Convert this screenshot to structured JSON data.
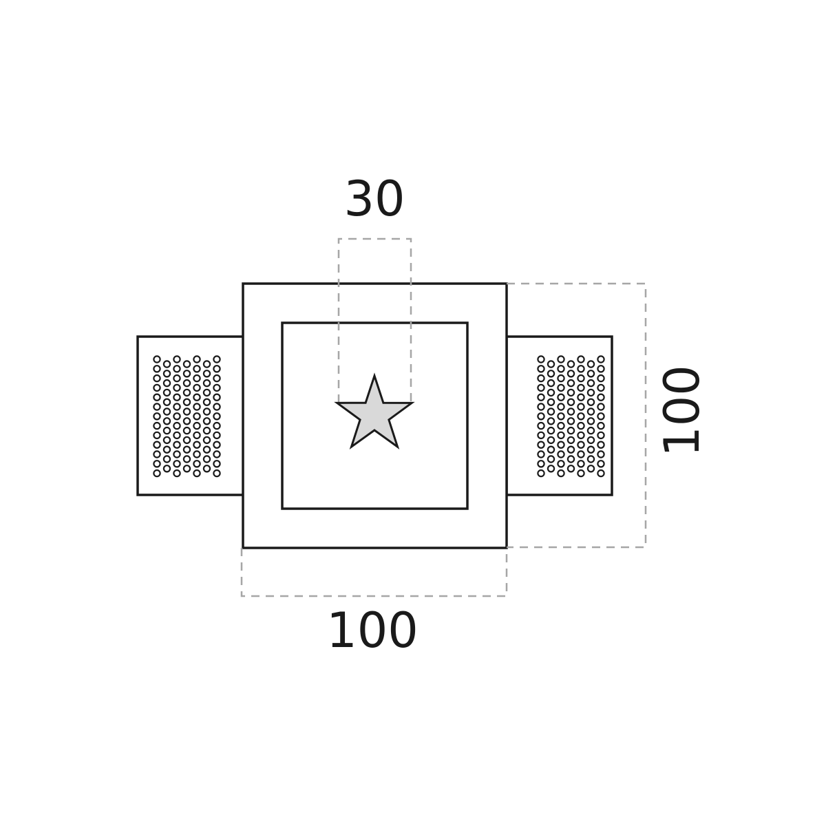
{
  "dimensions": {
    "top_width": "30",
    "bottom_width": "100",
    "right_height": "100"
  },
  "colors": {
    "outline": "#1a1a1a",
    "dimension_line": "#a6a6a6",
    "star_fill": "#d9d9d9",
    "label_text": "#1a1a1a"
  },
  "icons": {
    "center_mark": "star-icon"
  }
}
